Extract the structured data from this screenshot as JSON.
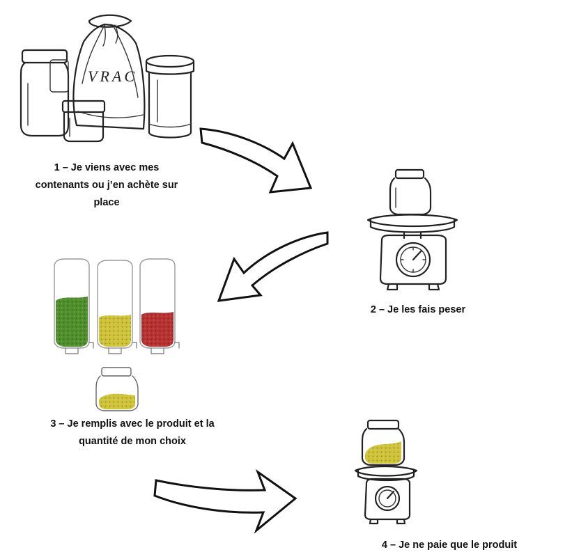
{
  "steps": [
    {
      "line1": "1 – Je viens avec mes",
      "line2": "contenants ou j’en achète sur",
      "line3": "place"
    },
    {
      "line1": "2 – Je les fais peser"
    },
    {
      "line1": "3 – Je remplis avec le produit et la",
      "line2": "quantité de mon choix"
    },
    {
      "line1": "4 – Je ne paie que le produit"
    }
  ],
  "bag_text": "VRAC",
  "colors": {
    "green_product": "#4f8f2c",
    "yellow_product": "#cfc33a",
    "red_product": "#b83232",
    "ink": "#222222"
  }
}
